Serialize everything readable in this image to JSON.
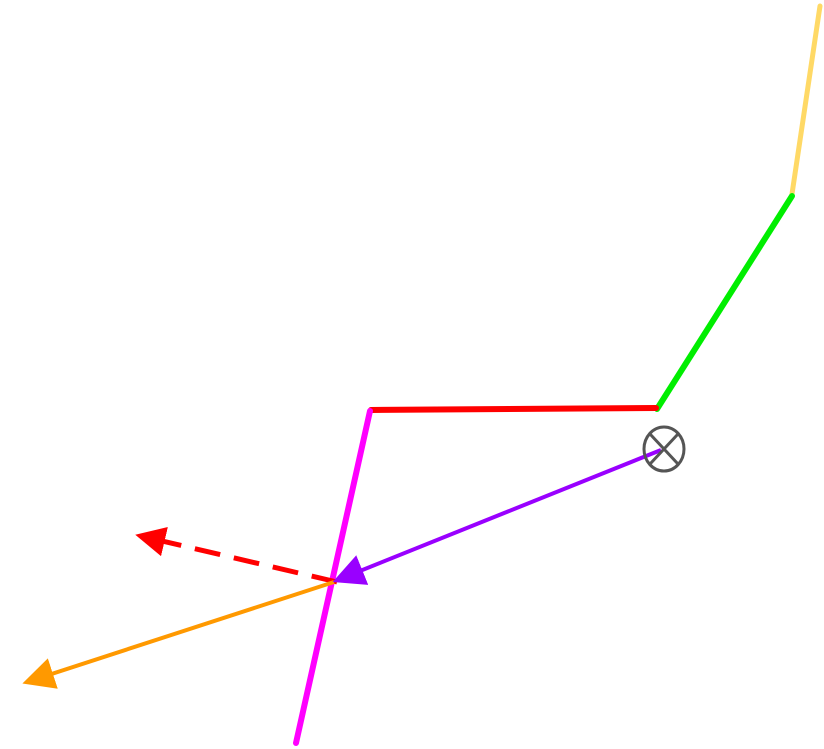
{
  "colors": {
    "background": "#ffffff",
    "yellow_segment": "#ffd966",
    "green_segment": "#00ee00",
    "red_segment": "#ff0000",
    "magenta_line": "#ff00ff",
    "purple_ray": "#9900ff",
    "orange_ray": "#ff9900",
    "red_dashed_ray": "#ff0000",
    "point_marker": "#555555"
  },
  "icons": {
    "point_marker": "circle-cross-icon"
  },
  "elements": {
    "segments": [
      "yellow-segment",
      "green-segment",
      "red-segment",
      "magenta-line"
    ],
    "rays": [
      "purple-ray",
      "orange-ray",
      "red-dashed-ray"
    ]
  }
}
